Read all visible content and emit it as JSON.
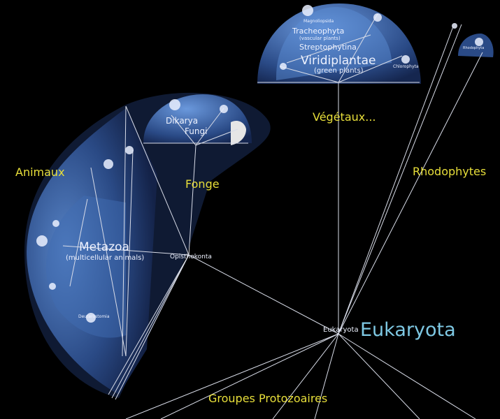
{
  "annotations": {
    "animals": "Animaux",
    "fungi": "Fonge",
    "plants": "Végétaux...",
    "red_algae": "Rhodophytes",
    "protozoa": "Groupes Protozoaires",
    "root": "Eukaryota"
  },
  "nodes": {
    "eukaryota": "Eukaryota",
    "opisthokonta": "Opisthokonta",
    "metazoa": "Metazoa",
    "metazoa_common": "(multicellular animals)",
    "fungi": "Fungi",
    "dikarya": "Dikarya",
    "viridiplantae": "Viridiplantae",
    "viridiplantae_common": "(green plants)",
    "streptophytina": "Streptophytina",
    "tracheophyta": "Tracheophyta",
    "tracheophyta_common": "(vascular plants)",
    "magnoliopsida": "Magnoliopsida",
    "chlorophyta": "Chlorophyta",
    "rhodophyta": "Rhodophyta",
    "deuterostomia": "Deuterostomia"
  },
  "colors": {
    "annotation": "#e8df3a",
    "root_label": "#7ec8e3",
    "clade_fill": "#2a4a86"
  }
}
